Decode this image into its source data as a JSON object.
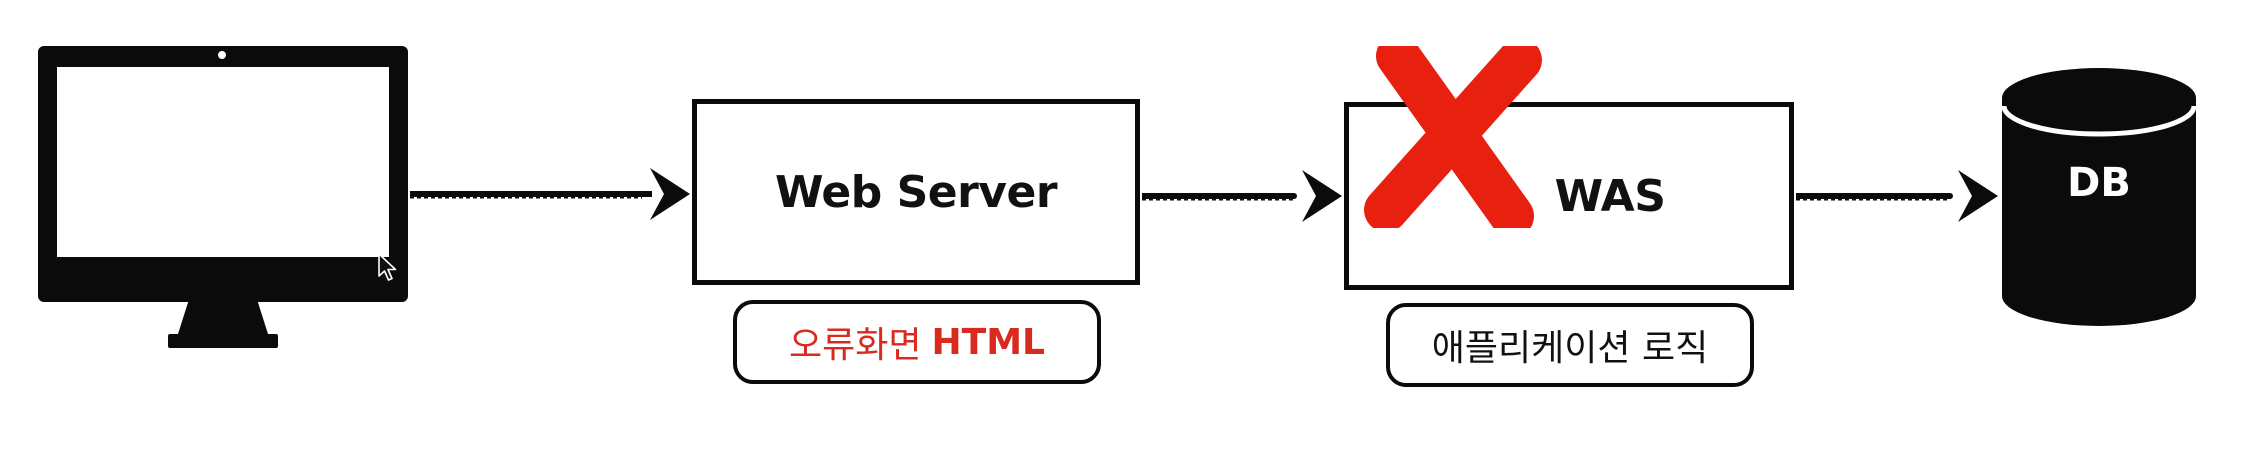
{
  "diagram": {
    "nodes": {
      "client": {
        "icon": "desktop-monitor-icon"
      },
      "web_server": {
        "label": "Web Server",
        "note": {
          "label": "오류화면",
          "strong": "HTML"
        }
      },
      "was": {
        "label": "WAS",
        "status": "failed",
        "note": {
          "label": "애플리케이션 로직"
        }
      },
      "db": {
        "label": "DB",
        "icon": "database-icon"
      }
    },
    "edges": [
      {
        "from": "client",
        "to": "web_server"
      },
      {
        "from": "web_server",
        "to": "was"
      },
      {
        "from": "was",
        "to": "db"
      }
    ],
    "colors": {
      "stroke": "#0b0b0b",
      "error_text": "#d82a1f",
      "x_mark": "#e8200f"
    }
  }
}
